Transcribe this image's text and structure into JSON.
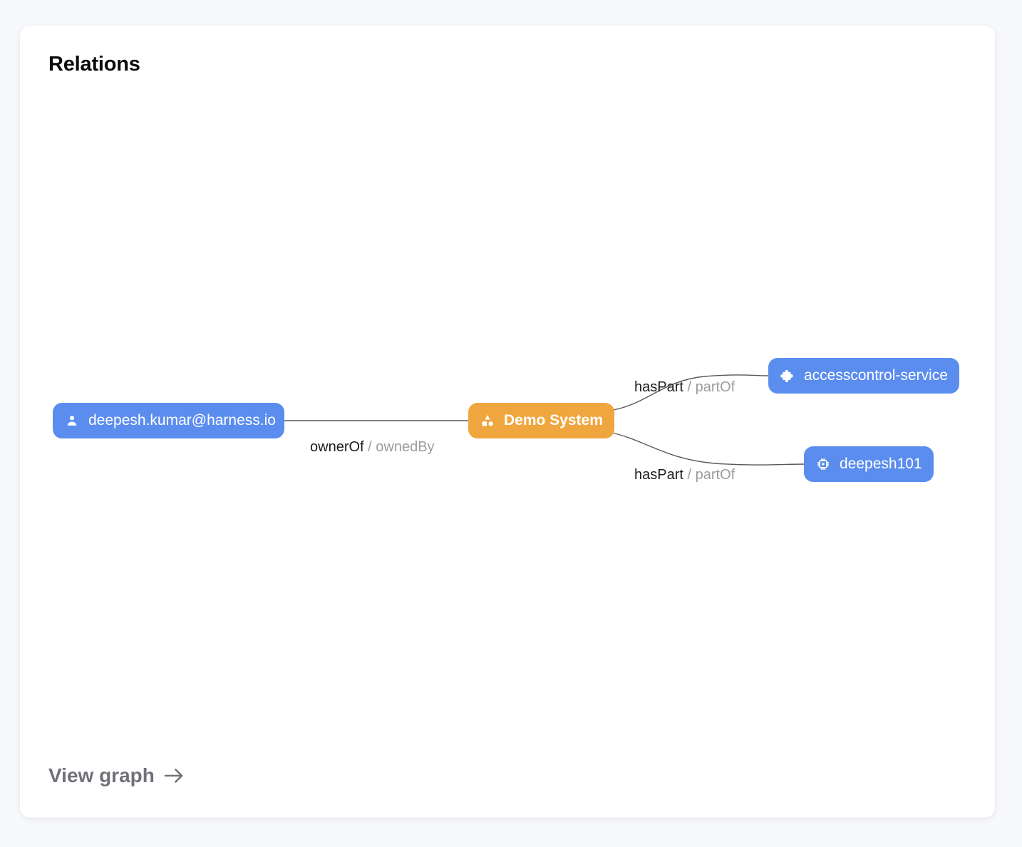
{
  "card": {
    "title": "Relations",
    "footer_link": {
      "label": "View graph",
      "icon": "arrow-right-icon"
    }
  },
  "graph": {
    "nodes": [
      {
        "id": "user",
        "label": "deepesh.kumar@harness.io",
        "kind": "user",
        "icon": "person-icon",
        "color": "#5b8def",
        "text_color": "#ffffff"
      },
      {
        "id": "system",
        "label": "Demo System",
        "kind": "system",
        "icon": "shapes-icon",
        "color": "#efa63e",
        "text_color": "#ffffff"
      },
      {
        "id": "accesscontrol-service",
        "label": "accesscontrol-service",
        "kind": "component",
        "icon": "puzzle-piece-icon",
        "color": "#5b8def",
        "text_color": "#ffffff"
      },
      {
        "id": "deepesh101",
        "label": "deepesh101",
        "kind": "resource",
        "icon": "cpu-chip-icon",
        "color": "#5b8def",
        "text_color": "#ffffff"
      }
    ],
    "edges": [
      {
        "id": "edge-owner",
        "source": "user",
        "target": "system",
        "forward": "ownerOf",
        "separator": "/",
        "reverse": "ownedBy"
      },
      {
        "id": "edge-haspart-1",
        "source": "system",
        "target": "accesscontrol-service",
        "forward": "hasPart",
        "separator": "/",
        "reverse": "partOf"
      },
      {
        "id": "edge-haspart-2",
        "source": "system",
        "target": "deepesh101",
        "forward": "hasPart",
        "separator": "/",
        "reverse": "partOf"
      }
    ],
    "edge_color": "#58585c"
  }
}
